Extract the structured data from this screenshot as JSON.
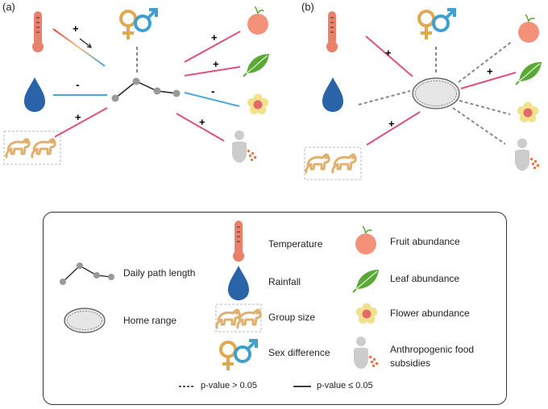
{
  "panels": {
    "a": {
      "label": "(a)"
    },
    "b": {
      "label": "(b)"
    }
  },
  "signs": {
    "a_temperature": "+",
    "a_rainfall": "-",
    "a_group": "+",
    "a_fruit": "+",
    "a_leaf": "+",
    "a_flower": "-",
    "a_human": "+",
    "b_temperature": "+",
    "b_group": "+",
    "b_leaf": "+"
  },
  "legend": {
    "path_length": "Daily path length",
    "home_range": "Home range",
    "temperature": "Temperature",
    "rainfall": "Rainfall",
    "group_size": "Group size",
    "sex_difference": "Sex difference",
    "fruit": "Fruit abundance",
    "leaf": "Leaf abundance",
    "flower": "Flower abundance",
    "anthropogenic_line1": "Anthropogenic food",
    "anthropogenic_line2": "subsidies",
    "dashed_key": "p-value > 0.05",
    "solid_key": "p-value ≤ 0.05"
  },
  "colors": {
    "positive": "#e0507a",
    "negative": "#4aa8d8",
    "nonsignificant": "#888888",
    "thermometer": "#e8806a",
    "water": "#2a64a8",
    "monkey": "#e0b070",
    "female_symbol": "#e0a850",
    "male_symbol": "#3fa0d0",
    "fruit": "#f4917a",
    "leaf": "#5aa838",
    "flower_petal": "#f2e08a",
    "flower_center": "#e26a6a",
    "human": "#cccccc",
    "food_dots": "#e87a50"
  },
  "icons": [
    "thermometer-icon",
    "water-drop-icon",
    "monkey-group-icon",
    "sex-symbol-icon",
    "fruit-icon",
    "leaf-icon",
    "flower-icon",
    "human-food-icon",
    "path-length-icon",
    "home-range-icon"
  ]
}
